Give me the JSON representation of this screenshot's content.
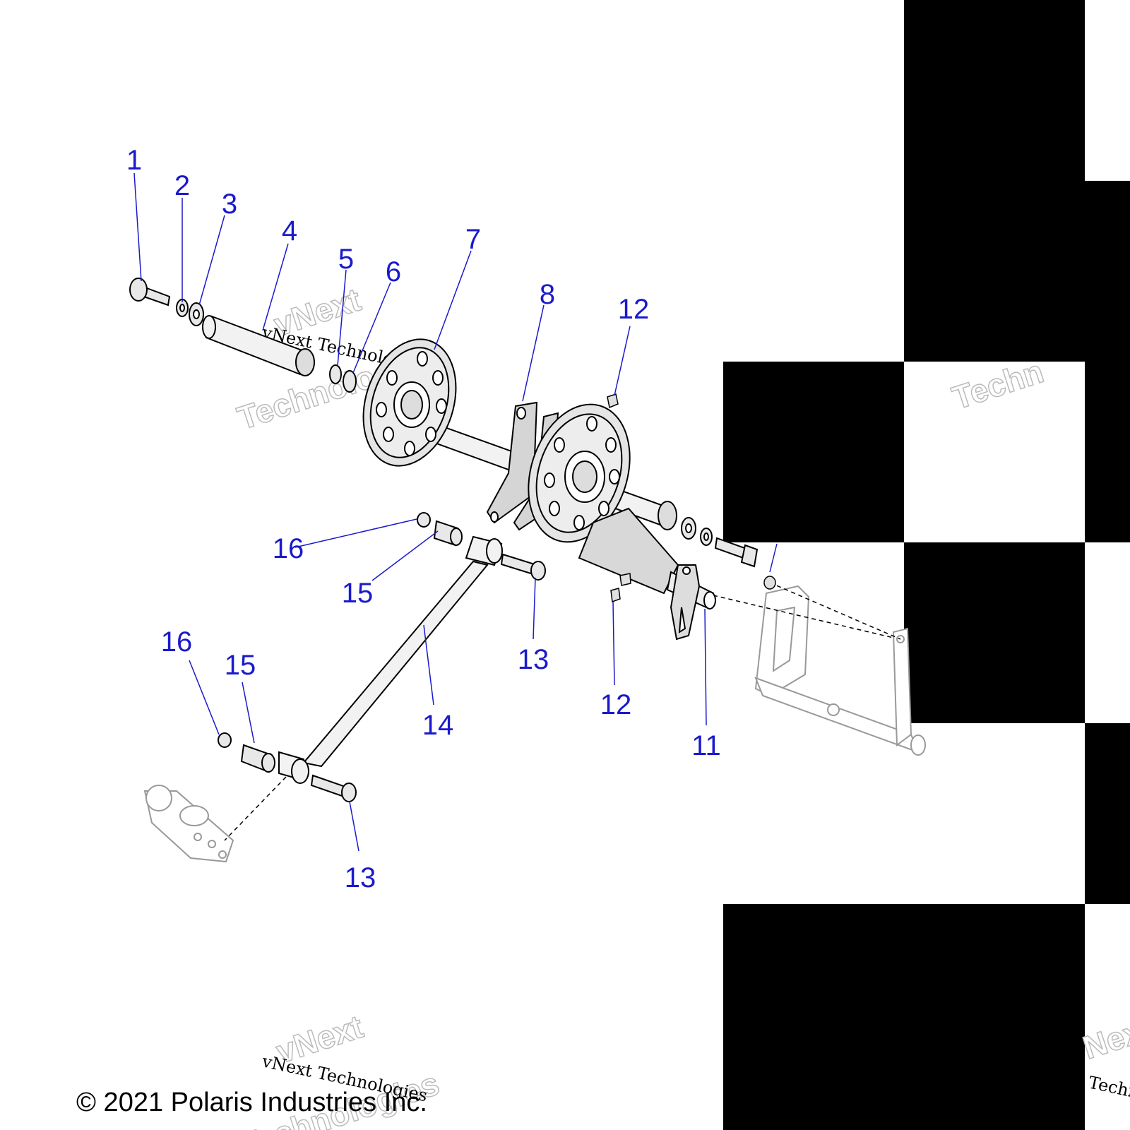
{
  "callouts": [
    {
      "id": "c1",
      "label": "1"
    },
    {
      "id": "c2",
      "label": "2"
    },
    {
      "id": "c3",
      "label": "3"
    },
    {
      "id": "c4",
      "label": "4"
    },
    {
      "id": "c5",
      "label": "5"
    },
    {
      "id": "c6",
      "label": "6"
    },
    {
      "id": "c7",
      "label": "7"
    },
    {
      "id": "c8",
      "label": "8"
    },
    {
      "id": "c12a",
      "label": "12"
    },
    {
      "id": "c16a",
      "label": "16"
    },
    {
      "id": "c15a",
      "label": "15"
    },
    {
      "id": "c13a",
      "label": "13"
    },
    {
      "id": "c14",
      "label": "14"
    },
    {
      "id": "c12b",
      "label": "12"
    },
    {
      "id": "c11",
      "label": "11"
    },
    {
      "id": "c16b",
      "label": "16"
    },
    {
      "id": "c15b",
      "label": "15"
    },
    {
      "id": "c13b",
      "label": "13"
    }
  ],
  "watermark": {
    "brand_big": "vNext",
    "brand_big2": "Technologies",
    "brand_small": "vNext Technologies",
    "partial_right": "Techn",
    "partial_bottom_big": "Next",
    "partial_bottom_small": "Techno"
  },
  "copyright": "© 2021 Polaris Industries Inc.",
  "colors": {
    "callout": "#1a1acc",
    "line": "#000000",
    "part_fill": "#e8e8e8",
    "part_light": "#f6f6f6",
    "watermark": "#bbbbbb",
    "block": "#000000"
  }
}
